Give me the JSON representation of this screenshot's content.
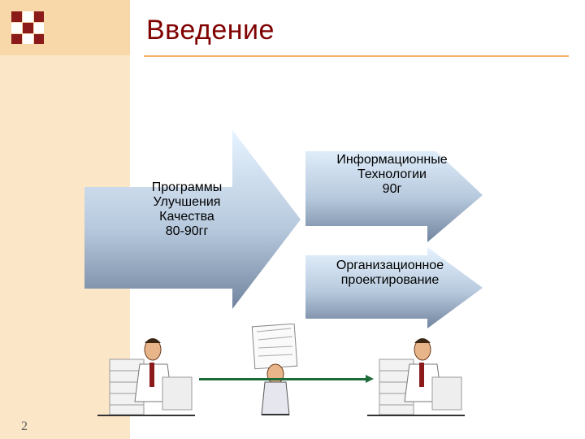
{
  "slide": {
    "title": "Введение",
    "number": "2"
  },
  "arrows": {
    "quality": {
      "label": "Программы\nУлучшения\nКачества\n80-90гг"
    },
    "it": {
      "label": "Информационные\nТехнологии\n90г"
    },
    "org": {
      "label": "Организационное\nпроектирование"
    }
  },
  "colors": {
    "title": "#800000",
    "sidebar": "#fbe6c8",
    "accent": "#f3b36b",
    "arrow_light": "#ddeefc",
    "arrow_dark": "#7b8fa8",
    "connector": "#1e6b3a"
  },
  "icons": [
    "office-worker-at-desk-clipart",
    "overloaded-worker-with-papers-clipart",
    "office-worker-at-desk-clipart"
  ]
}
